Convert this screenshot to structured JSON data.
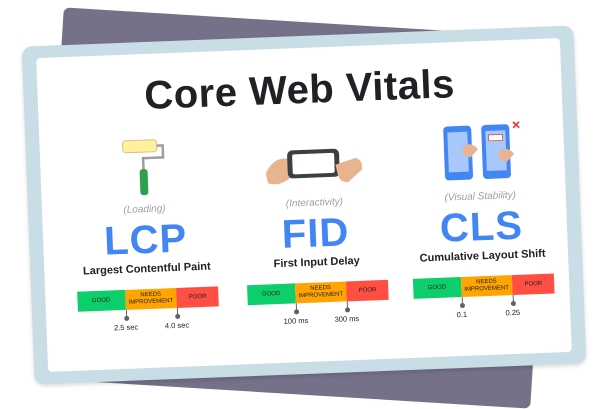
{
  "title": "Core Web Vitals",
  "colors": {
    "good": "#0cce6b",
    "needs_improvement": "#ffa400",
    "poor": "#ff4e42",
    "metric_blue": "#4285f4",
    "frame": "#c8dde6",
    "back_card": "#757189"
  },
  "metrics": [
    {
      "illustration": "paint-roller-icon",
      "category": "(Loading)",
      "abbr": "LCP",
      "name": "Largest Contentful Paint",
      "bar": {
        "good": "GOOD",
        "needs": "NEEDS IMPROVEMENT",
        "poor": "POOR"
      },
      "thresholds": [
        "2.5 sec",
        "4.0 sec"
      ]
    },
    {
      "illustration": "hands-tapping-phone-icon",
      "category": "(Interactivity)",
      "abbr": "FID",
      "name": "First Input Delay",
      "bar": {
        "good": "GOOD",
        "needs": "NEEDS IMPROVEMENT",
        "poor": "POOR"
      },
      "thresholds": [
        "100 ms",
        "300 ms"
      ]
    },
    {
      "illustration": "shifting-layout-phones-icon",
      "category": "(Visual Stability)",
      "abbr": "CLS",
      "name": "Cumulative Layout Shift",
      "bar": {
        "good": "GOOD",
        "needs": "NEEDS IMPROVEMENT",
        "poor": "POOR"
      },
      "thresholds": [
        "0.1",
        "0.25"
      ]
    }
  ]
}
